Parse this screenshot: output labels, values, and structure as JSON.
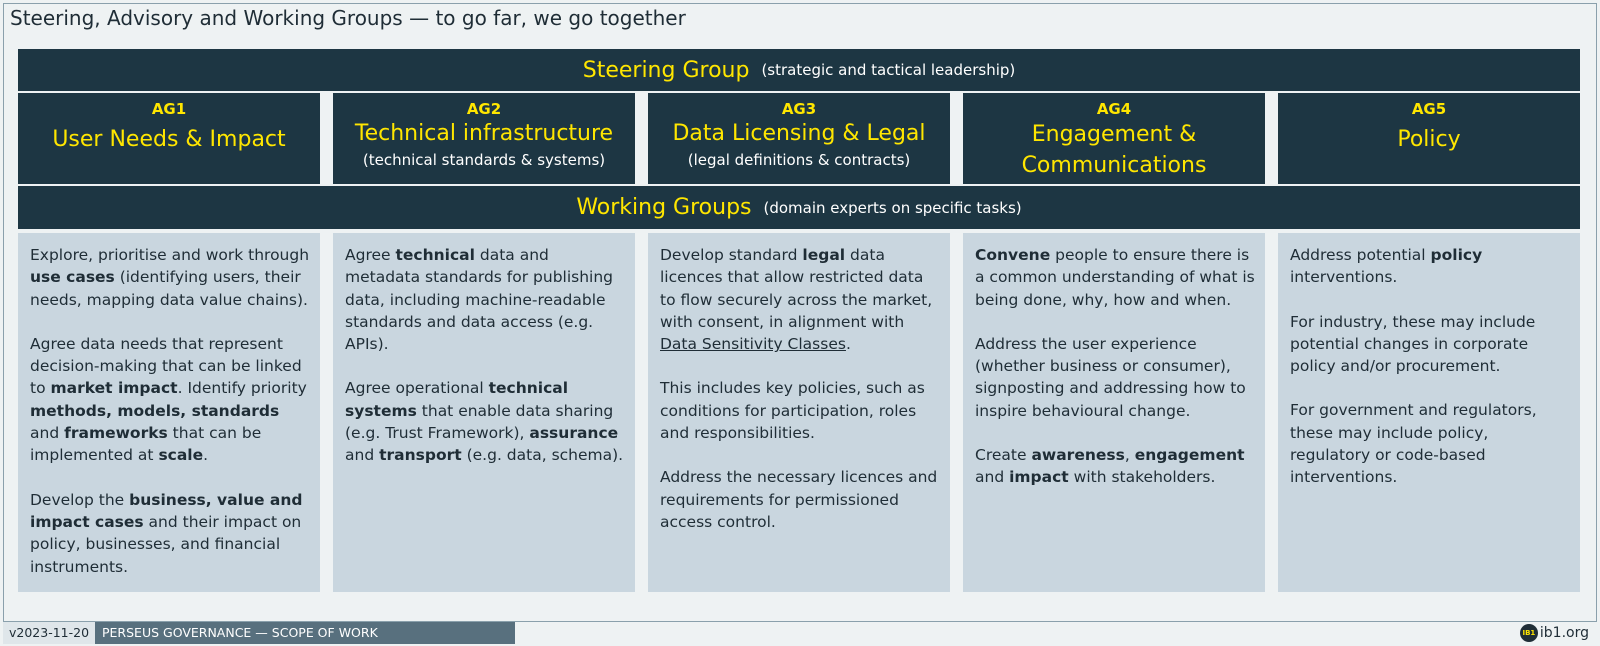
{
  "page_title": "Steering, Advisory and Working Groups — to go far, we go together",
  "steering": {
    "title": "Steering Group",
    "subtitle": "(strategic and tactical leadership)"
  },
  "working": {
    "title": "Working Groups",
    "subtitle": "(domain experts on specific tasks)"
  },
  "groups": [
    {
      "code": "AG1",
      "title": "User Needs & Impact",
      "subtitle": "",
      "paragraphs": [
        [
          "Explore, prioritise and work through ",
          {
            "b": "use cases"
          },
          " (identifying users, their needs, mapping data value chains)."
        ],
        [
          "Agree data needs that represent decision-making that can be linked to ",
          {
            "b": "market impact"
          },
          ".  Identify priority ",
          {
            "b": "methods, models,  standards"
          },
          " and ",
          {
            "b": "frameworks"
          },
          " that can be implemented at ",
          {
            "b": "scale"
          },
          "."
        ],
        [
          "Develop the ",
          {
            "b": "business, value and impact cases"
          },
          " and their impact on policy, businesses, and financial instruments."
        ]
      ]
    },
    {
      "code": "AG2",
      "title": "Technical infrastructure",
      "subtitle": "(technical standards & systems)",
      "paragraphs": [
        [
          "Agree ",
          {
            "b": "technical"
          },
          " data and metadata standards for publishing data, including machine-readable standards and data access (e.g. APIs)."
        ],
        [
          "Agree operational ",
          {
            "b": "technical systems"
          },
          " that enable data sharing (e.g. Trust Framework), ",
          {
            "b": "assurance"
          },
          " and ",
          {
            "b": "transport"
          },
          " (e.g. data, schema)."
        ]
      ]
    },
    {
      "code": "AG3",
      "title": "Data Licensing & Legal",
      "subtitle": "(legal definitions & contracts)",
      "paragraphs": [
        [
          "Develop standard ",
          {
            "b": "legal"
          },
          " data licences that allow restricted data to flow securely across the market, with consent, in alignment with ",
          {
            "u": "Data Sensitivity Classes"
          },
          "."
        ],
        [
          "This includes key policies, such as conditions for participation, roles and responsibilities."
        ],
        [
          "Address the necessary licences and requirements for permissioned access control."
        ]
      ]
    },
    {
      "code": "AG4",
      "title": "Engagement & Communications",
      "subtitle": "",
      "paragraphs": [
        [
          {
            "b": "Convene"
          },
          " people to ensure there is a common understanding of what is being done, why, how and when."
        ],
        [
          "Address the user experience (whether business or consumer), signposting and addressing how to inspire behavioural change."
        ],
        [
          "Create ",
          {
            "b": "awareness"
          },
          ", ",
          {
            "b": "engagement"
          },
          " and ",
          {
            "b": "impact"
          },
          " with stakeholders."
        ]
      ]
    },
    {
      "code": "AG5",
      "title": "Policy",
      "subtitle": "",
      "paragraphs": [
        [
          "Address potential ",
          {
            "b": "policy"
          },
          " interventions."
        ],
        [
          "For industry, these may include potential changes in corporate policy and/or procurement."
        ],
        [
          "For government and regulators, these may include policy, regulatory or code-based interventions."
        ]
      ]
    }
  ],
  "footer": {
    "version": "v2023-11-20",
    "scope": "PERSEUS GOVERNANCE — SCOPE OF WORK",
    "brand_icon_text": "IB1",
    "brand": "ib1.org"
  },
  "colors": {
    "dark_band": "#1d3643",
    "accent_yellow": "#ffe600",
    "card_bg": "#c9d6df",
    "page_bg": "#eef2f3"
  }
}
